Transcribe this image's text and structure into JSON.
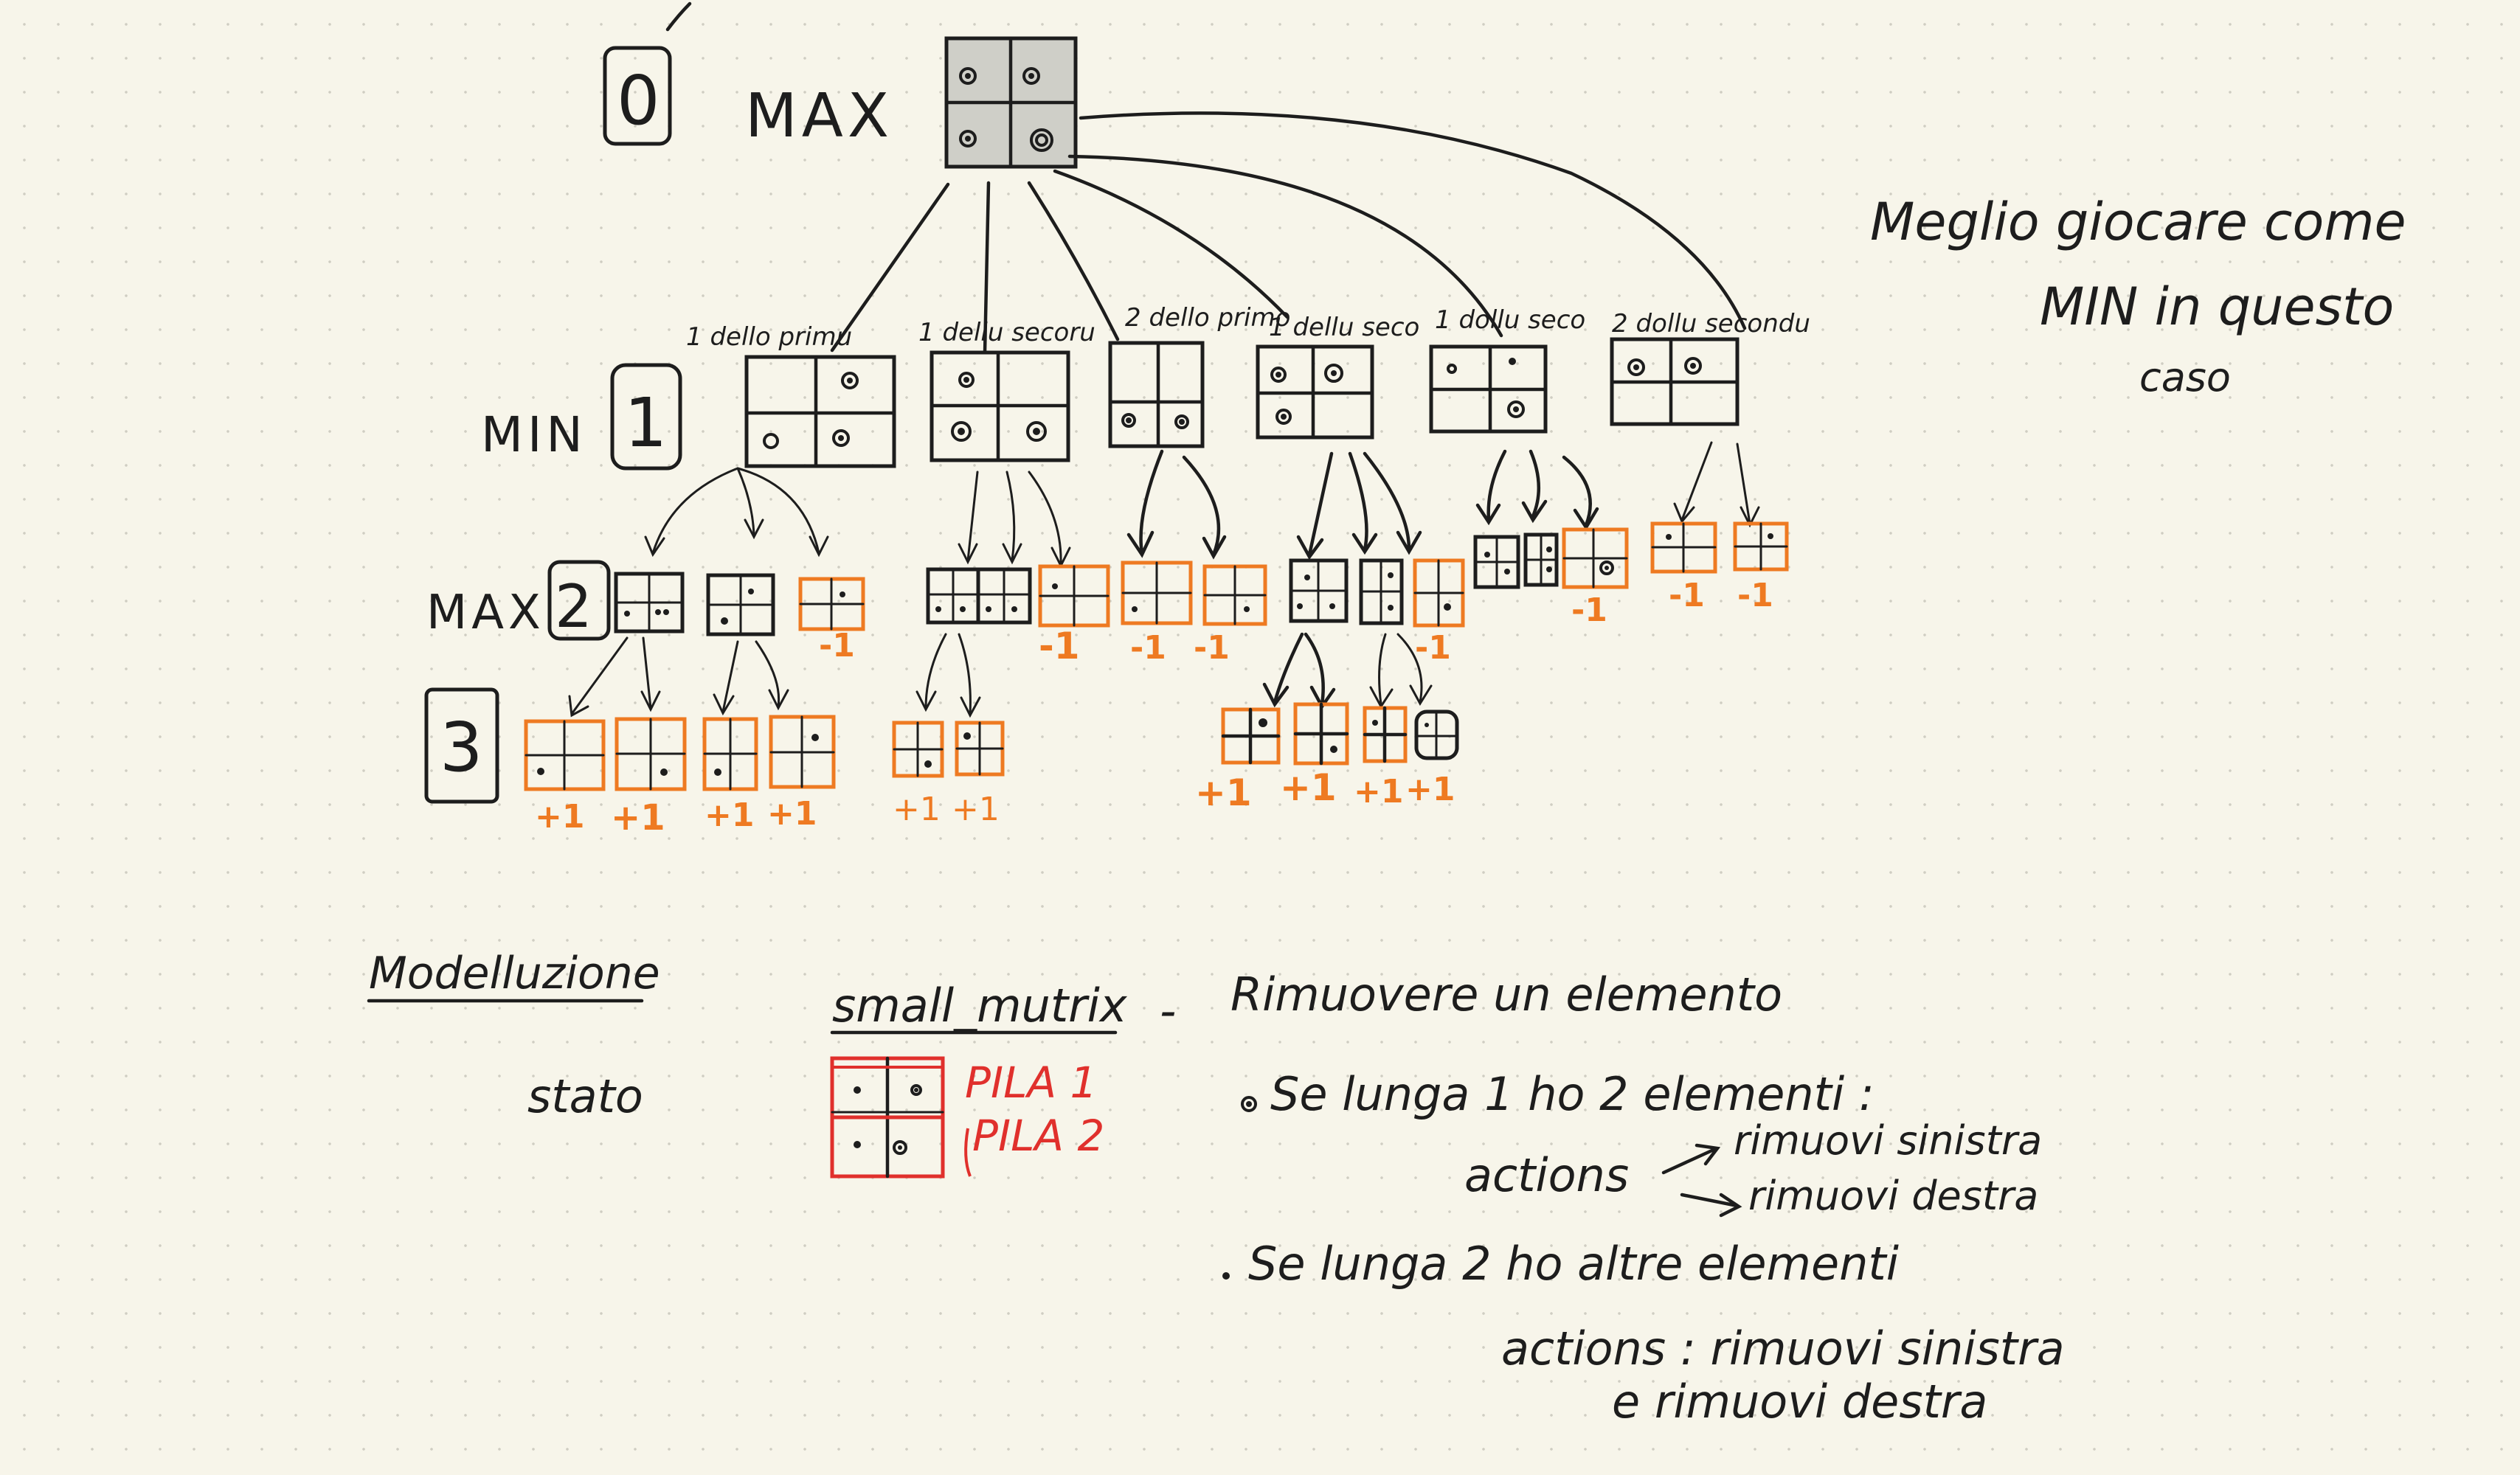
{
  "levels": {
    "l0": {
      "number": "0",
      "role": "MAX"
    },
    "l1": {
      "number": "1",
      "role": "MIN"
    },
    "l2": {
      "number": "2",
      "role": "MAX"
    },
    "l3": {
      "number": "3"
    }
  },
  "moves": {
    "m1": "1 dello primu",
    "m2": "1 dellu secoru",
    "m3": "2 dello primo",
    "m4": "1 dellu seco",
    "m5": "1 dollu seco",
    "m6": "2 dollu secondu"
  },
  "values": {
    "l2": [
      "-1",
      "-1",
      "-1",
      "-1",
      "-1",
      "-1",
      "-1",
      "-1"
    ],
    "l3": [
      "+1",
      "+1",
      "+1",
      "+1",
      "+1",
      "+1",
      "+1",
      "+1",
      "+1",
      "+1"
    ]
  },
  "note": {
    "line1": "Meglio giocare come",
    "line2": "MIN in questo",
    "line3": "caso"
  },
  "modeling": {
    "title": "Modelluzione",
    "state_label": "stato",
    "var_name": "small_mutrix",
    "pila1": "PILA 1",
    "pila2": "PILA 2",
    "def_sep": "-",
    "def_text": "Rimuovere un elemento",
    "case1": "Se lunga 1 ho 2 elementi :",
    "case1_actions_label": "actions",
    "case1_action1": "rimuovi sinistra",
    "case1_action2": "rimuovi destra",
    "case2": "Se lunga 2 ho altre elementi",
    "case2_actions": "actions : rimuovi sinistra",
    "case2_actions2": "e rimuovi destra"
  },
  "colors": {
    "ink": "#1d1d1d",
    "orange": "#ee7a22",
    "red": "#e0302c",
    "paper": "#f7f5ea",
    "root_fill": "#cfcfc8"
  }
}
